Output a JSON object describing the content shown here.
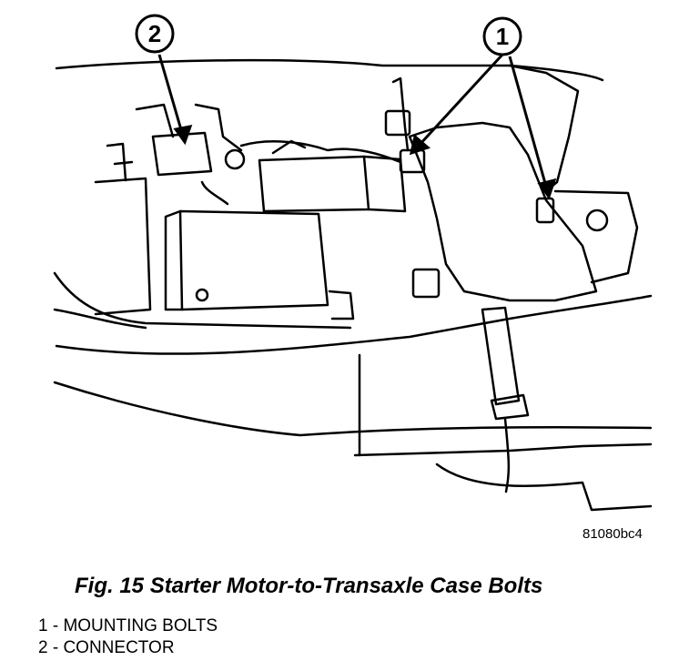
{
  "figure": {
    "callouts": [
      {
        "number": "1",
        "target": "mounting-bolts"
      },
      {
        "number": "2",
        "target": "connector"
      }
    ],
    "reference_code": "81080bc4",
    "caption": "Fig. 15 Starter Motor-to-Transaxle Case Bolts",
    "legend": [
      {
        "text": "1 - MOUNTING BOLTS"
      },
      {
        "text": "2 - CONNECTOR"
      }
    ]
  }
}
